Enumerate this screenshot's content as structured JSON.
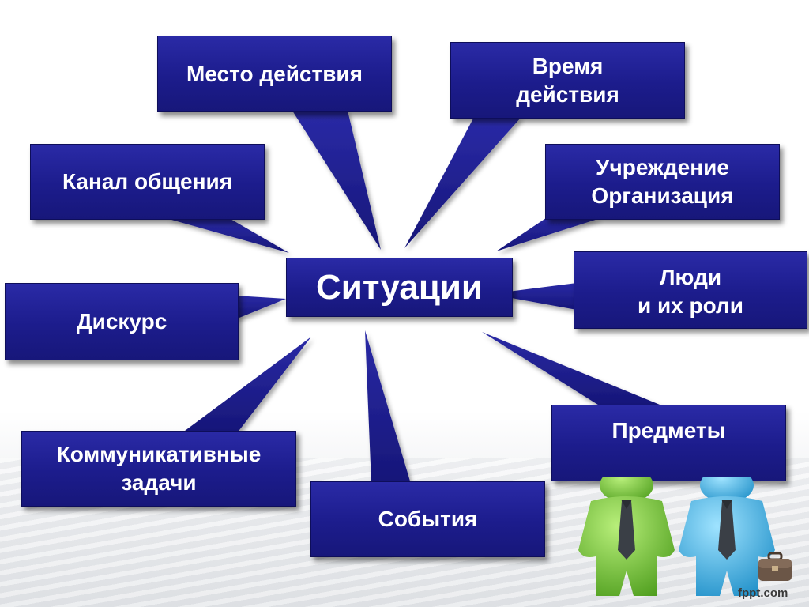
{
  "diagram": {
    "center": "Ситуации",
    "nodes": {
      "place": "Место действия",
      "time": "Время\nдействия",
      "channel": "Канал общения",
      "institution": "Учреждение\nОрганизация",
      "discourse": "Дискурс",
      "people": "Люди\nи их роли",
      "tasks": "Коммуникативные\nзадачи",
      "objects": "Предметы",
      "events": "События"
    },
    "colors": {
      "box": "#1c1c8c",
      "pointer": "#1a1a86",
      "man_left": "#7ccf3c",
      "man_right": "#3ab4e6"
    },
    "icons": [
      "businessman-green-icon",
      "businessman-blue-icon",
      "briefcase-icon"
    ]
  },
  "watermark": "fppt.com"
}
